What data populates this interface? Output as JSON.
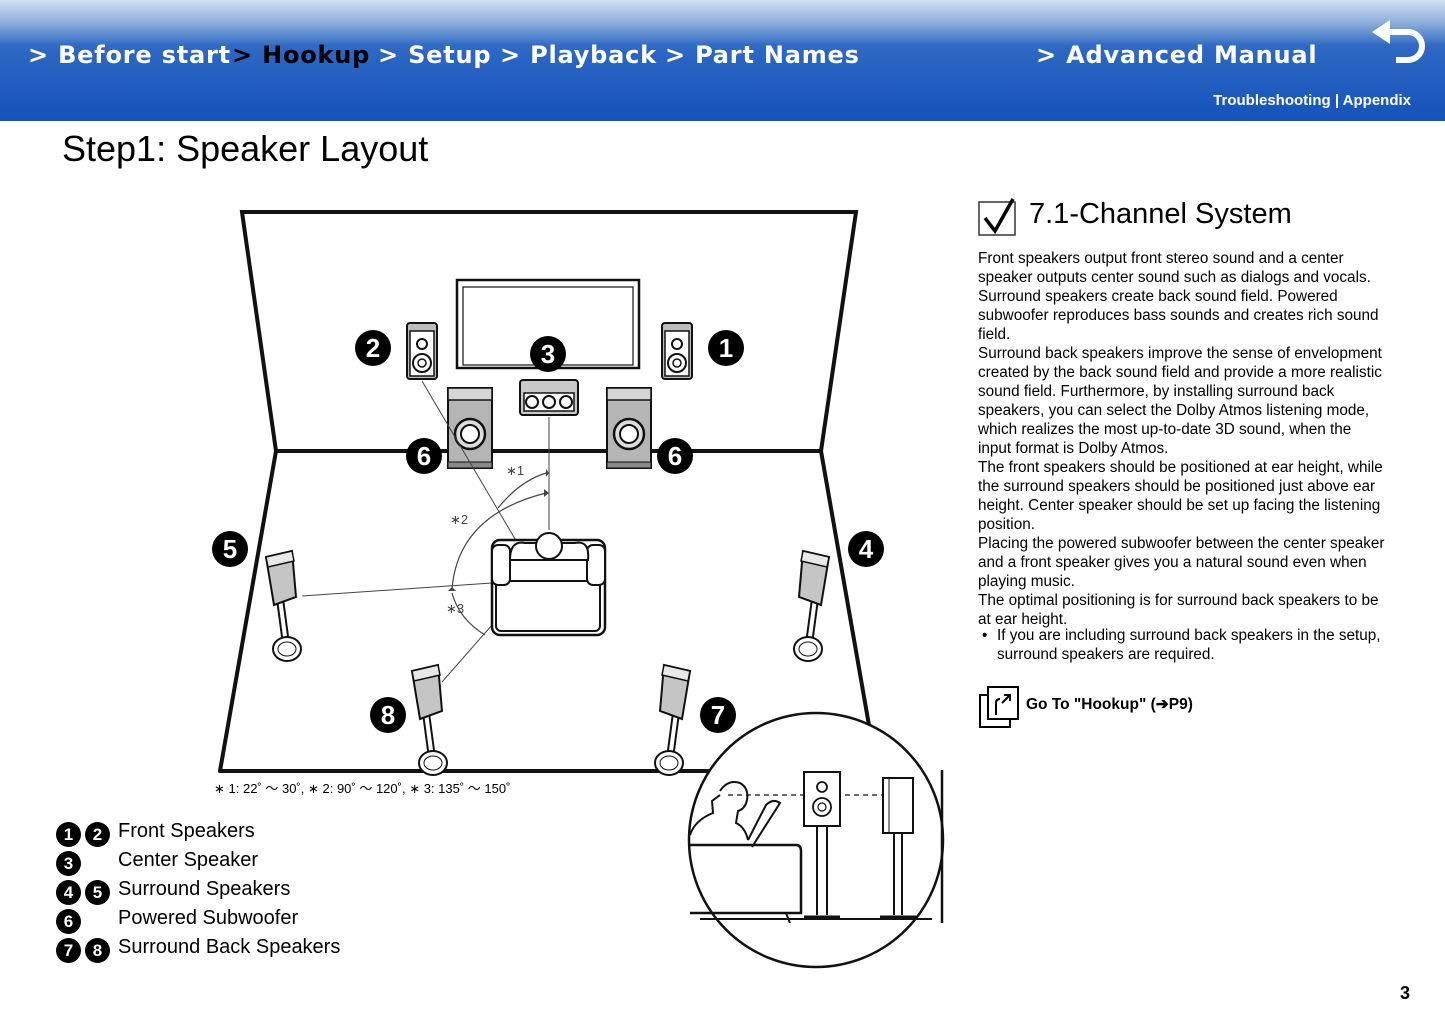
{
  "header": {
    "nav": [
      {
        "label": "> Before start"
      },
      {
        "label": "> Hookup"
      },
      {
        "label": "> Setup"
      },
      {
        "label": "> Playback"
      },
      {
        "label": "> Part Names"
      },
      {
        "label": "> Advanced Manual"
      }
    ],
    "active_nav": "> Hookup",
    "sub_links": {
      "troubleshooting": "Troubleshooting",
      "separator": " | ",
      "appendix": "Appendix"
    },
    "back_icon": "u-turn-arrow-icon",
    "colors": {
      "bar_top": "#d2dff0",
      "bar_bottom": "#1553bb",
      "active_text": "#000000",
      "nav_text": "#ffffff"
    }
  },
  "page_title": "Step1: Speaker Layout",
  "diagram": {
    "markers": {
      "front_right": "1",
      "front_left": "2",
      "center": "3",
      "surround_right": "4",
      "surround_left": "5",
      "subwoofer": "6",
      "back_right": "7",
      "back_left": "8"
    },
    "angle_labels": {
      "a1": "∗1",
      "a2": "∗2",
      "a3": "∗3"
    },
    "angle_note": "∗ 1: 22˚ ～ 30˚, ∗ 2: 90˚ ～ 120˚, ∗ 3: 135˚ ～ 150˚"
  },
  "legend": [
    {
      "badges": [
        "1",
        "2"
      ],
      "label": "Front Speakers"
    },
    {
      "badges": [
        "3"
      ],
      "label": "Center Speaker"
    },
    {
      "badges": [
        "4",
        "5"
      ],
      "label": "Surround Speakers"
    },
    {
      "badges": [
        "6"
      ],
      "label": "Powered Subwoofer"
    },
    {
      "badges": [
        "7",
        "8"
      ],
      "label": "Surround Back Speakers"
    }
  ],
  "section": {
    "icon": "checkbox-check-icon",
    "title": "7.1-Channel System",
    "paragraphs": [
      "Front speakers output front stereo sound and a center speaker outputs center sound such as dialogs and vocals. Surround speakers create back sound field. Powered subwoofer reproduces bass sounds and creates rich sound field.",
      "Surround back speakers improve the sense of envelopment created by the back sound field and provide a more realistic sound field. Furthermore, by installing surround back speakers, you can select the Dolby Atmos listening mode, which realizes the most up-to-date 3D sound, when the input format is Dolby Atmos.",
      "The front speakers should be positioned at ear height, while the surround speakers should be positioned just above ear height. Center speaker should be set up facing the listening position.",
      "Placing the powered subwoofer between the center speaker and a front speaker gives you a natural sound even when playing music.",
      "The optimal positioning is for surround back speakers to be at ear height."
    ],
    "bullet": "If you are including surround back speakers in the setup, surround speakers are required.",
    "goto": {
      "icon": "page-link-icon",
      "text": "Go To \"Hookup\" (➔P9)"
    }
  },
  "page_number": "3"
}
